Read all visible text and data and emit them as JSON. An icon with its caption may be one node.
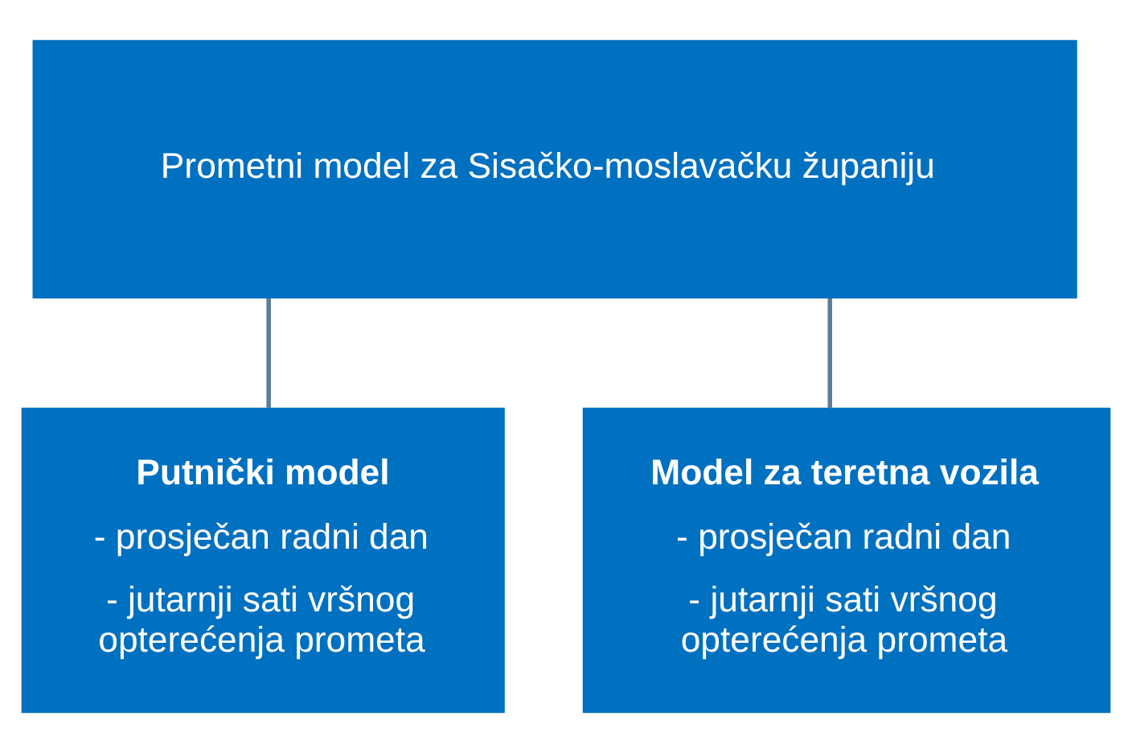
{
  "diagram": {
    "nodes": [
      {
        "text": [
          "Prometni model za Sisačko-moslavačku županiju"
        ]
      },
      {
        "text": [
          "Putnički model",
          "- prosječan radni dan",
          "- jutarnji sati vršnog opterećenja prometa"
        ]
      },
      {
        "text": [
          "Model za teretna vozila",
          "- prosječan radni dan",
          "- jutarnji sati vršnog opterećenja prometa"
        ]
      }
    ],
    "edges": [
      {
        "from": 0,
        "to": 1,
        "arrow": "none"
      },
      {
        "from": 0,
        "to": 2,
        "arrow": "none"
      }
    ]
  }
}
